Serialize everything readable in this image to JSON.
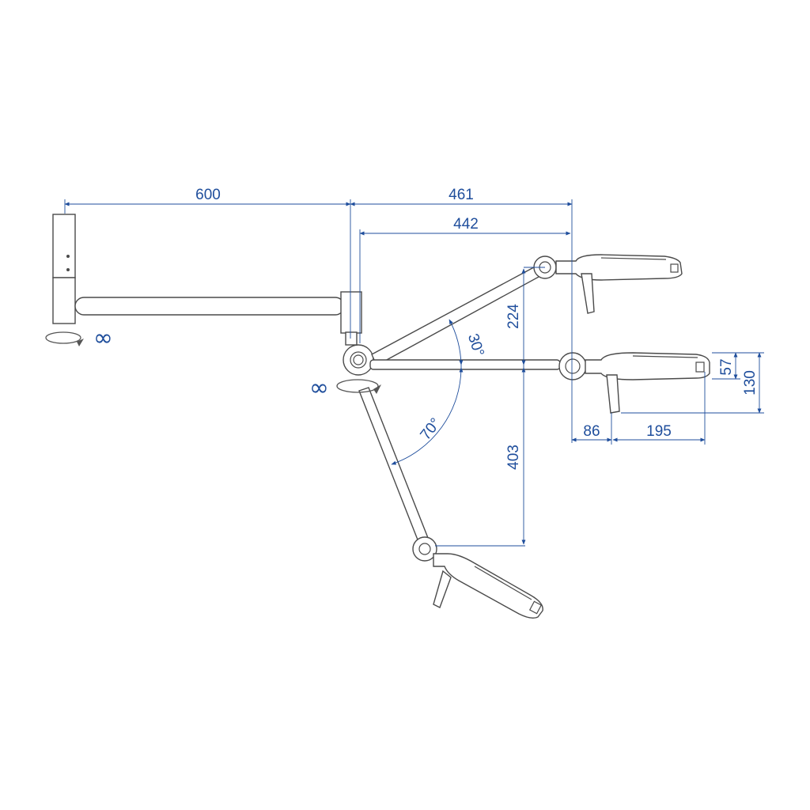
{
  "dimensions": {
    "arm_length": "600",
    "reach_total": "461",
    "reach_head": "442",
    "height_up": "224",
    "height_down": "403",
    "head_offset": "86",
    "head_length": "195",
    "head_thickness": "57",
    "head_height": "130",
    "angle_up": "30°",
    "angle_down": "70°"
  },
  "rotation_symbols": {
    "wall_joint": "∞",
    "elbow_joint": "∞"
  }
}
